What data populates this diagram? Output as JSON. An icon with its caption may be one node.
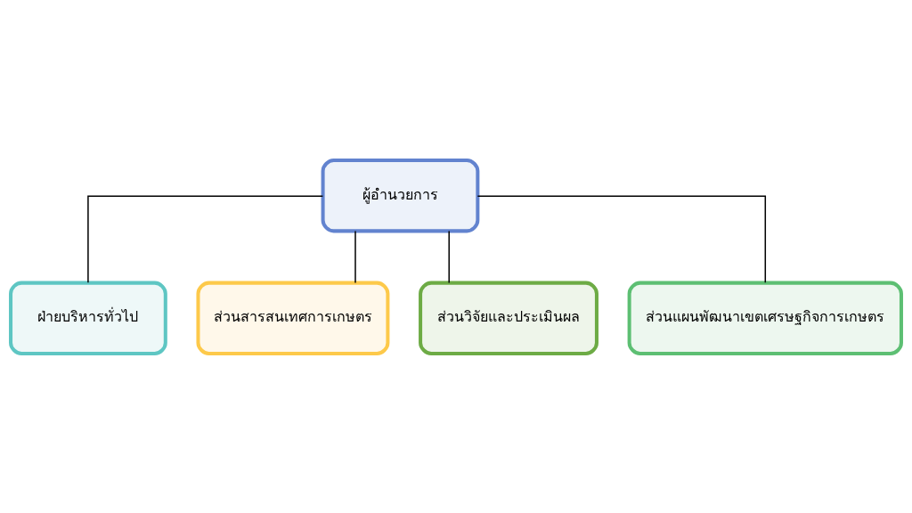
{
  "diagram": {
    "nodes": [
      {
        "text": [
          "ผู้อำนวยการ"
        ]
      },
      {
        "text": [
          "ฝ่ายบริหารทั่วไป"
        ]
      },
      {
        "text": [
          "ส่วนสารสนเทศการเกษตร"
        ]
      },
      {
        "text": [
          "ส่วนวิจัยและประเมินผล"
        ]
      },
      {
        "text": [
          "ส่วนแผนพัฒนาเขตเศรษฐกิจการเกษตร"
        ]
      }
    ],
    "edges": [
      {
        "from": 0,
        "to": 1,
        "arrow": "none"
      },
      {
        "from": 0,
        "to": 2,
        "arrow": "none"
      },
      {
        "from": 0,
        "to": 3,
        "arrow": "none"
      },
      {
        "from": 0,
        "to": 4,
        "arrow": "none"
      }
    ]
  }
}
